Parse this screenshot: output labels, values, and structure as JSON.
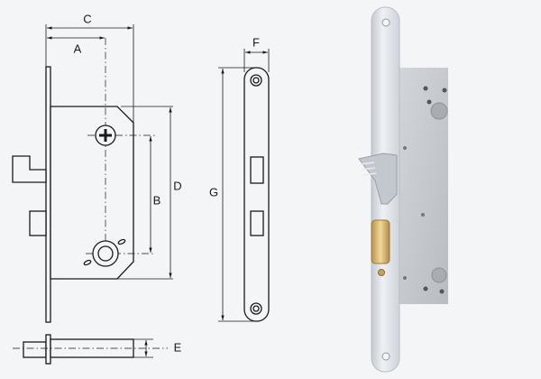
{
  "diagram": {
    "dimension_labels": {
      "A": "A",
      "B": "B",
      "C": "C",
      "D": "D",
      "E": "E",
      "F": "F",
      "G": "G"
    },
    "views": [
      "side-view-lock-body",
      "front-view-faceplate",
      "top-view-bolt"
    ]
  },
  "photo": {
    "subject": "mortise-hook-lock-photo",
    "colors": {
      "steel": "#c9cdd2",
      "faceplate": "#dfe3e8",
      "brass": "#d8b46a"
    }
  }
}
